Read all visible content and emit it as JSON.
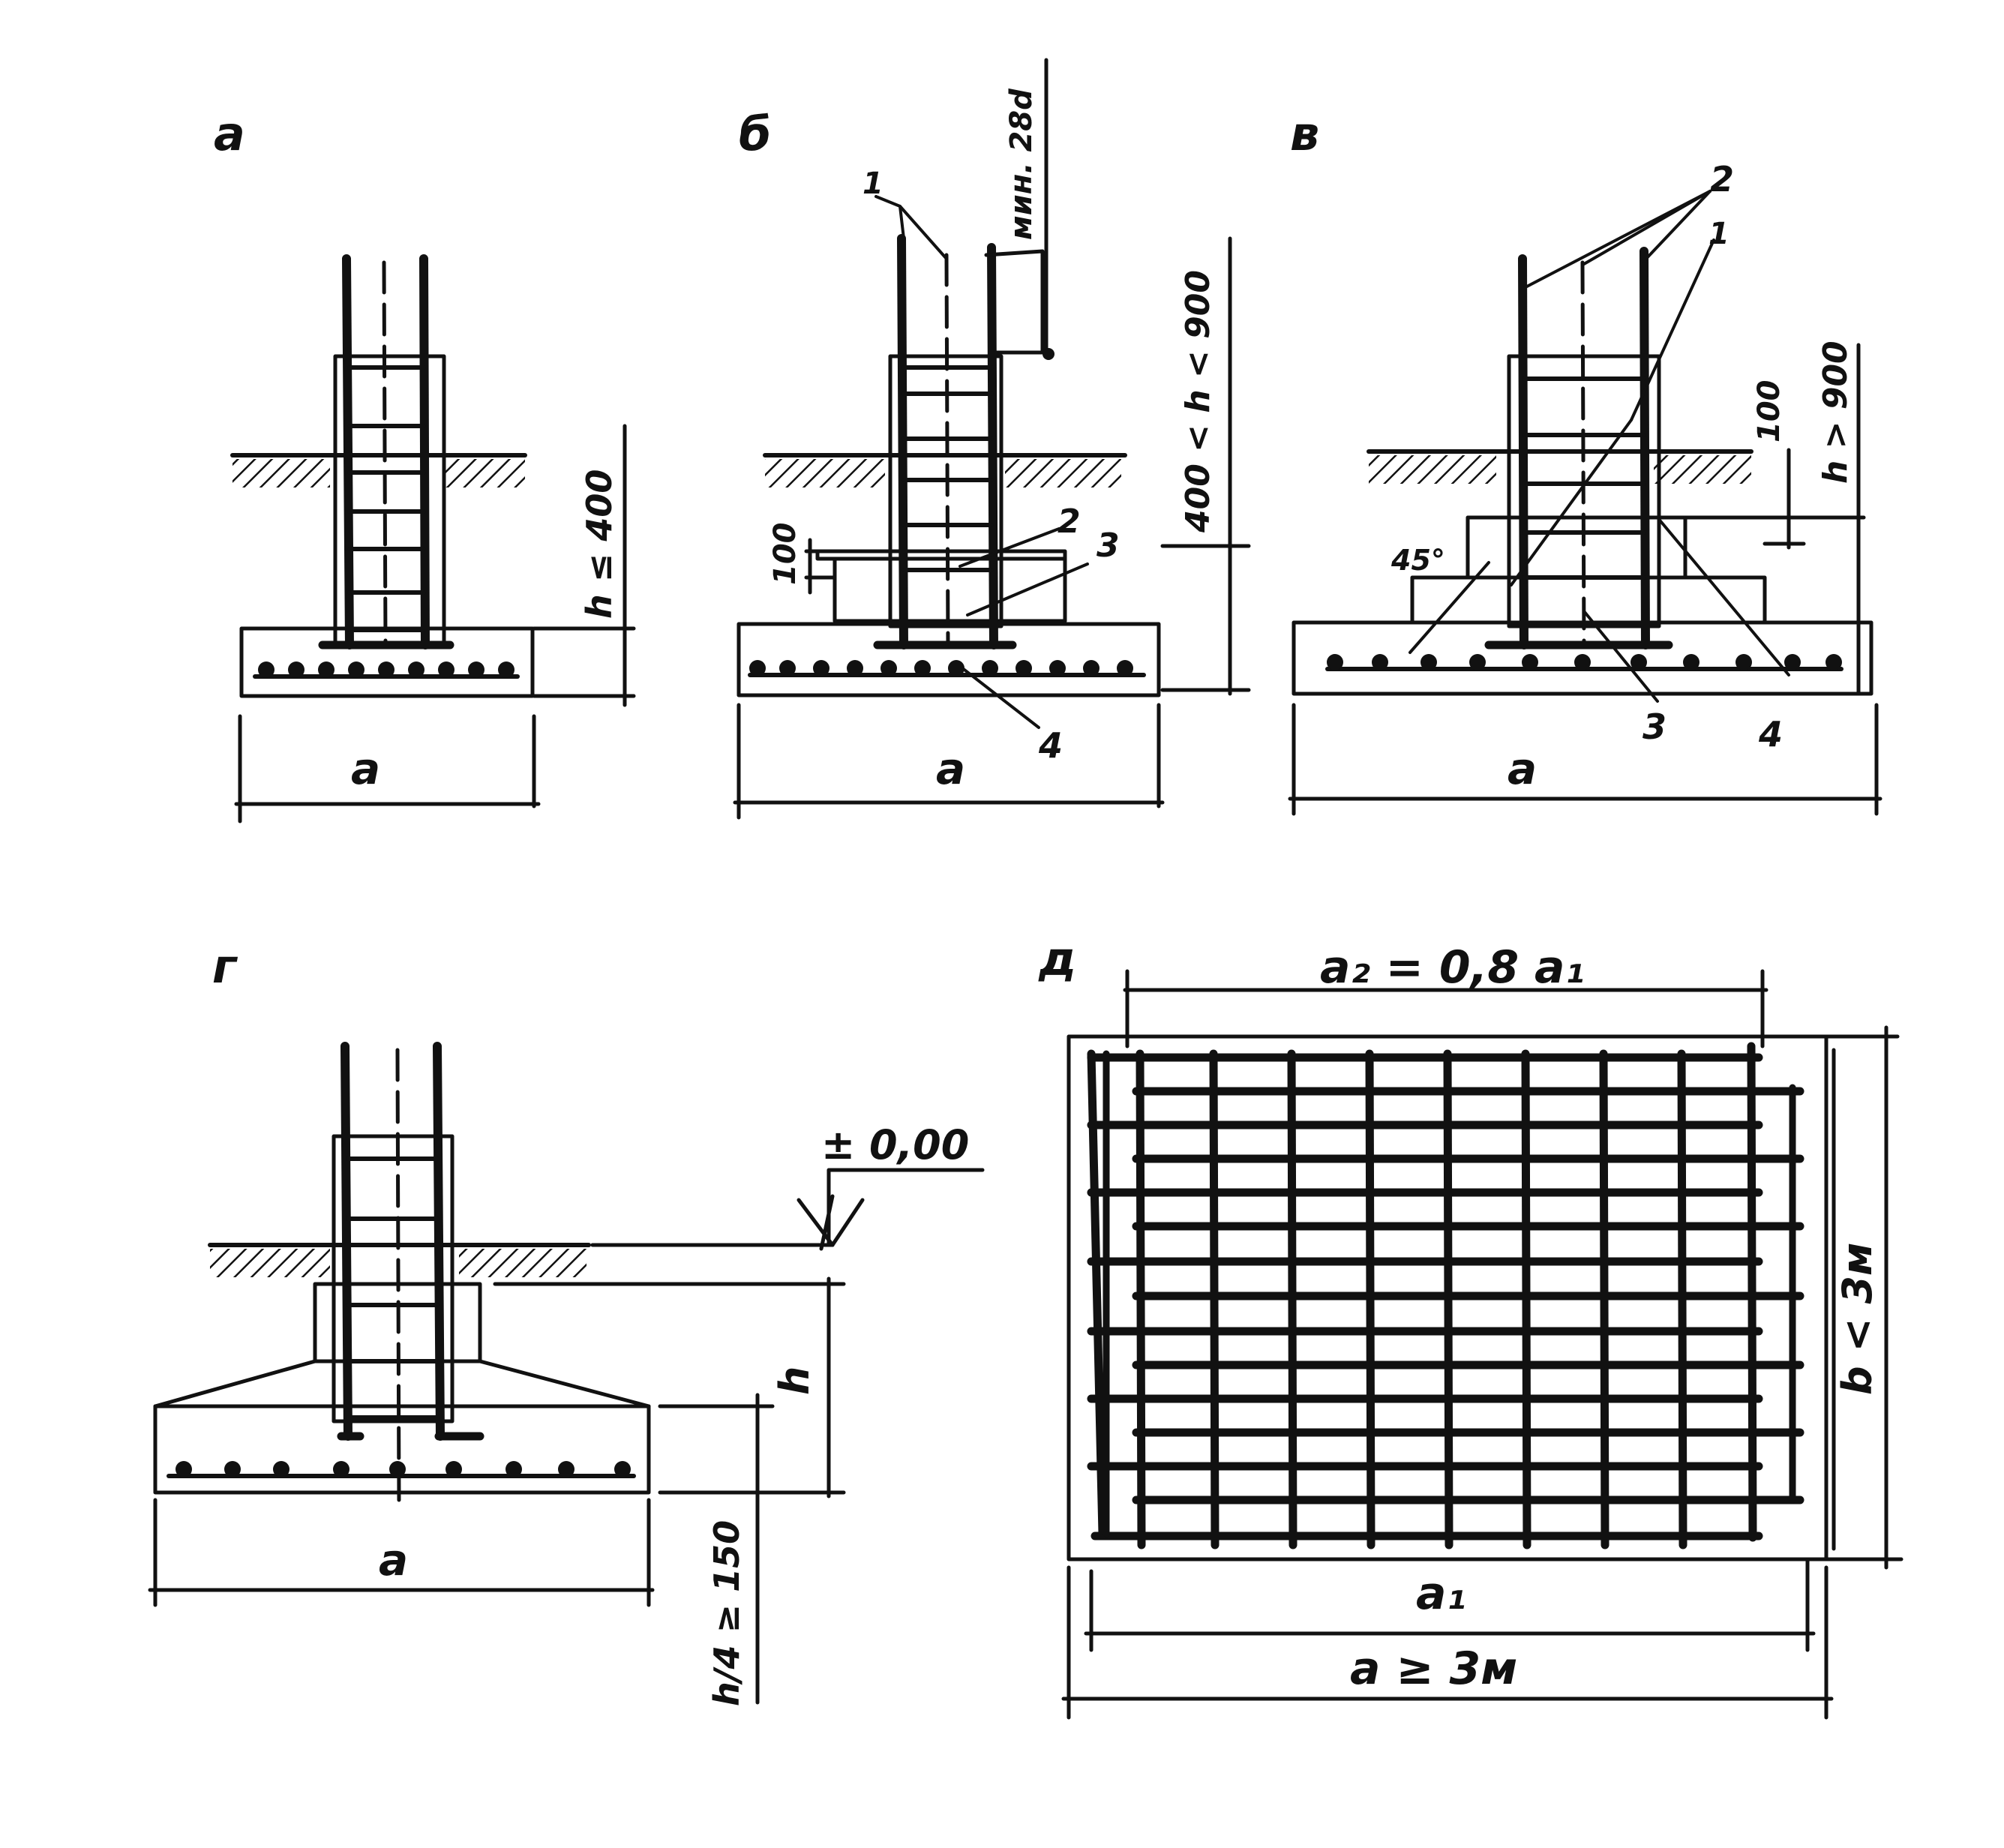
{
  "panels": {
    "a": {
      "letter": "а",
      "height_label": "h ≤ 400",
      "width_label": "a"
    },
    "b": {
      "letter": "б",
      "height_label": "400 < h < 900",
      "width_label": "a",
      "step_label": "100",
      "anchor_label": "мин. 28d",
      "callouts": [
        "1",
        "2",
        "3",
        "4"
      ]
    },
    "v": {
      "letter": "в",
      "height_label": "h > 900",
      "width_label": "a",
      "step_label": "100",
      "angle_label": "45°",
      "callouts": [
        "2",
        "1",
        "3",
        "4"
      ]
    },
    "g": {
      "letter": "г",
      "level_label": "± 0,00",
      "height_label": "h",
      "edge_label": "h/4 ≥ 150",
      "width_label": "a"
    },
    "d": {
      "letter": "д",
      "top_label": "a₂ = 0,8 a₁",
      "side_label": "b < 3м",
      "inner_width_label": "a₁",
      "outer_width_label": "a ≥ 3м"
    }
  },
  "colors": {
    "ink": "#111111",
    "paper": "#ffffff"
  }
}
